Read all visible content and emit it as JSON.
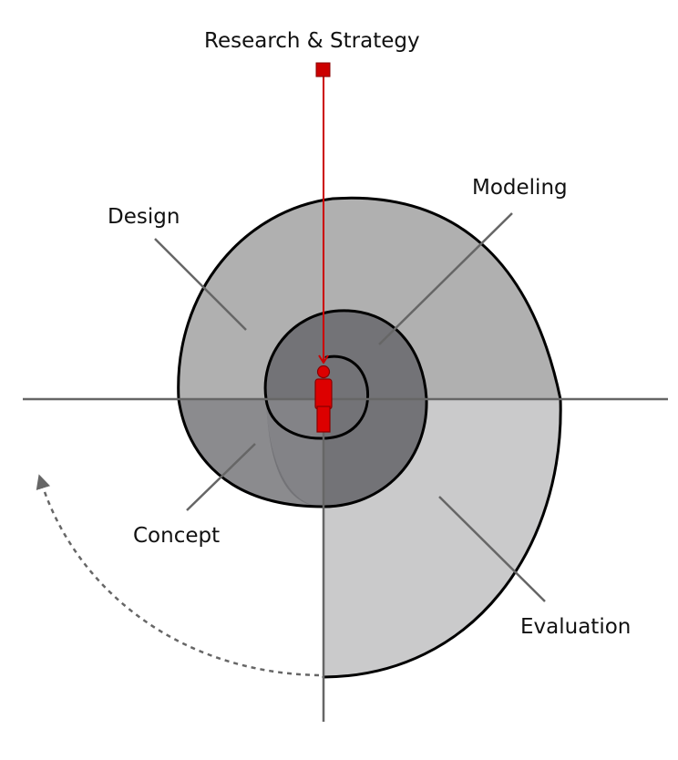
{
  "labels": {
    "research": "Research & Strategy",
    "modeling": "Modeling",
    "design": "Design",
    "concept": "Concept",
    "evaluation": "Evaluation"
  },
  "colors": {
    "outer_upper": "#b0b0b0",
    "outer_lower_right": "#cacacb",
    "middle_band": "#8b8b8e",
    "inner_core": "#737377",
    "accent": "#cc0000",
    "guide_lines": "#666666"
  },
  "icons": {
    "center": "person-icon",
    "start": "square-marker-icon"
  }
}
